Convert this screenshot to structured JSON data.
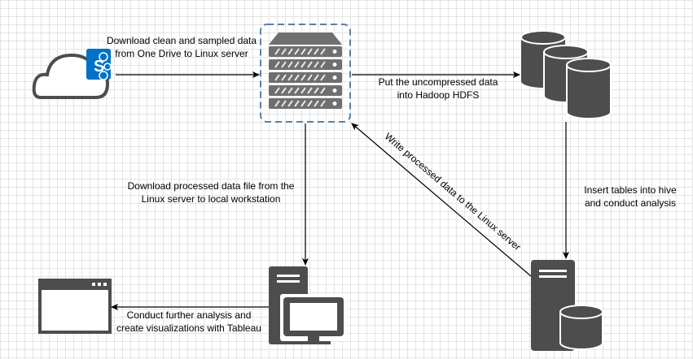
{
  "labels": {
    "onedrive_to_linux": [
      "Download clean and sampled data",
      "from One Drive to Linux server"
    ],
    "linux_to_hdfs": [
      "Put the uncompressed data",
      "into Hadoop HDFS"
    ],
    "hive_analysis": [
      "Insert tables into hive",
      "and conduct analysis"
    ],
    "write_back": "Write processed data to the Linux server",
    "download_processed": [
      "Download processed data file from the",
      "Linux server to local workstation"
    ],
    "tableau": [
      "Conduct further analysis and",
      "create visualizations with Tableau"
    ]
  },
  "icons": {
    "sharepoint_letter": "S"
  },
  "colors": {
    "icon_gray": "#4d4d4d",
    "sharepoint_blue": "#0072c6",
    "server_border": "#5a7fa8",
    "line": "#000000"
  }
}
